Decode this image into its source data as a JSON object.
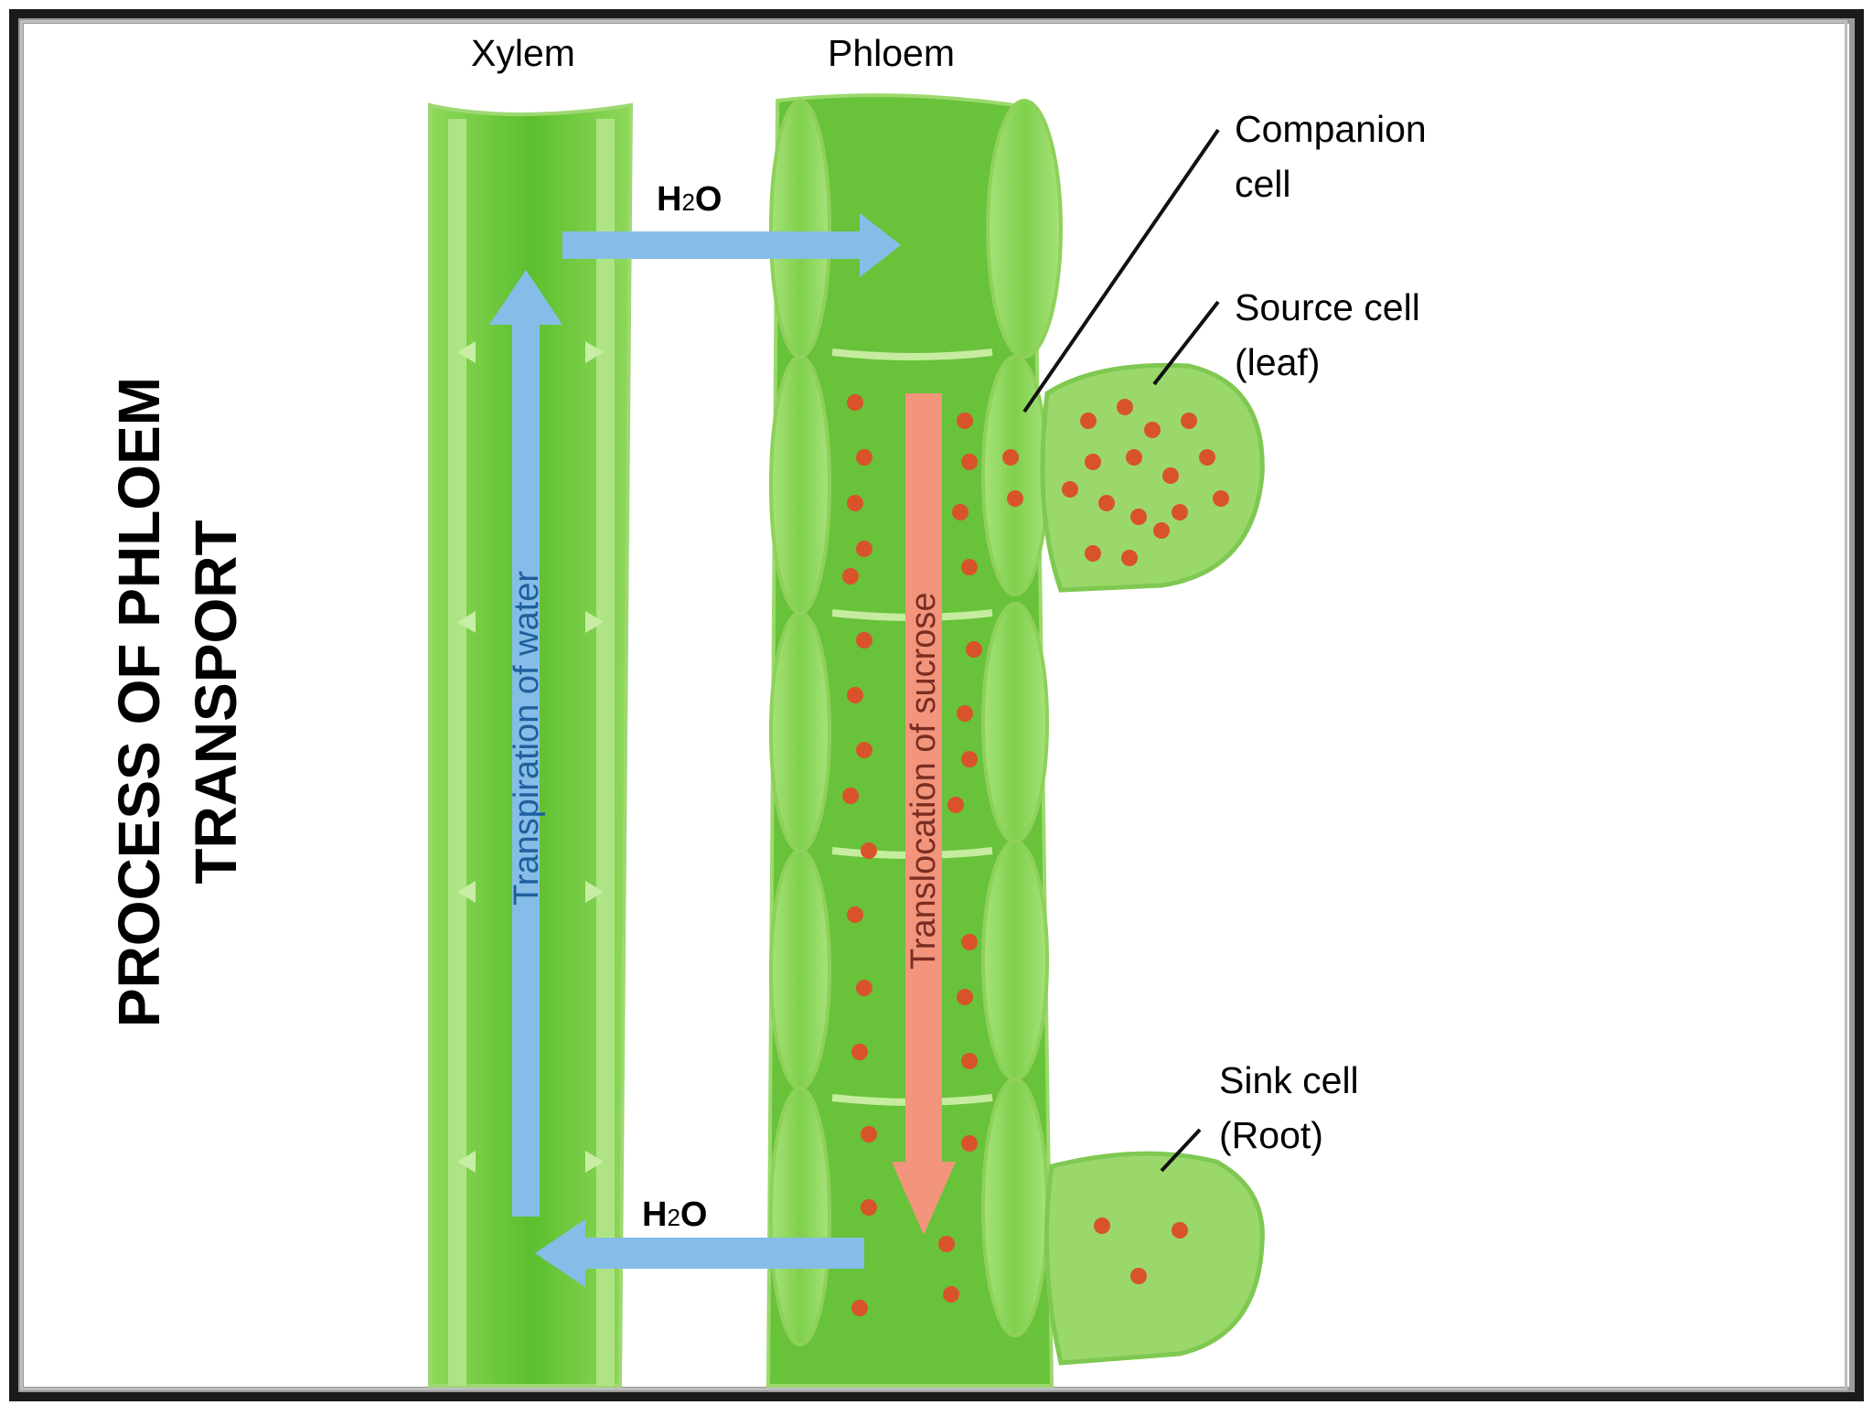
{
  "title_line1": "PROCESS OF PHLOEM",
  "title_line2": "TRANSPORT",
  "labels": {
    "xylem": "Xylem",
    "phloem": "Phloem",
    "companion_line1": "Companion",
    "companion_line2": "cell",
    "source_line1": "Source cell",
    "source_line2": "(leaf)",
    "sink_line1": "Sink cell",
    "sink_line2": "(Root)",
    "water_top_main": "H",
    "water_top_sub": "2",
    "water_top_end": "O",
    "water_bottom_main": "H",
    "water_bottom_sub": "2",
    "water_bottom_end": "O",
    "transpiration": "Transpiration of water",
    "translocation": "Translocation of sucrose"
  },
  "colors": {
    "cell_green": "#6bc83a",
    "light_green": "#9fdd6a",
    "water_arrow": "#7fb9e6",
    "sucrose_arrow": "#f2957c",
    "sucrose_dot": "#d9532a"
  }
}
